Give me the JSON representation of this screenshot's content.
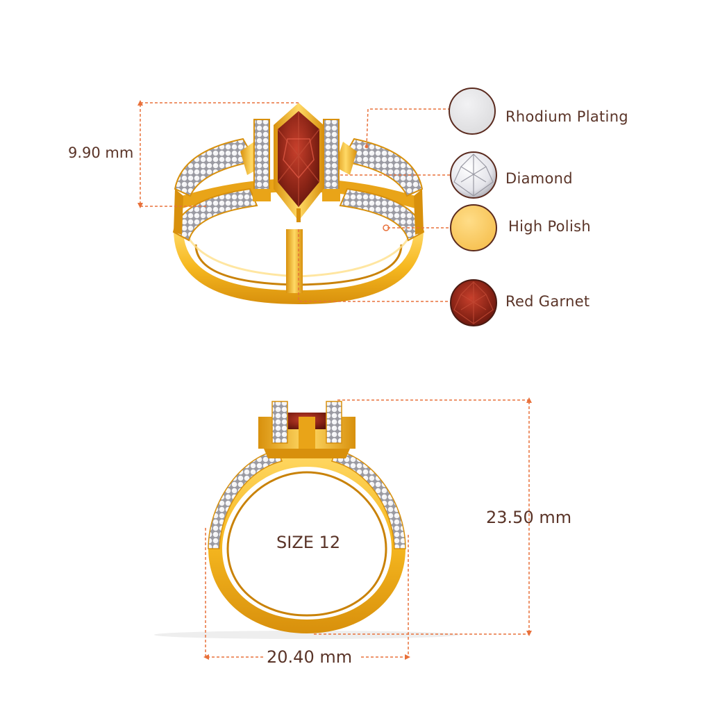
{
  "dimensions": {
    "top_height": "9.90 mm",
    "ring_height": "23.50 mm",
    "ring_width": "20.40 mm"
  },
  "ring_size": "SIZE 12",
  "legend": [
    {
      "label": "Rhodium Plating",
      "icon": "rhodium-plating-swatch-icon",
      "color": "#e6e6e8"
    },
    {
      "label": "Diamond",
      "icon": "diamond-swatch-icon",
      "color": "#f2f2f4"
    },
    {
      "label": "High Polish",
      "icon": "high-polish-swatch-icon",
      "color": "#f8c85a"
    },
    {
      "label": "Red Garnet",
      "icon": "red-garnet-swatch-icon",
      "color": "#7a1c14"
    }
  ],
  "colors": {
    "gold": "#f6b820",
    "gold_dark": "#d8900c",
    "garnet": "#8a2416",
    "dimension_line": "#e8703a",
    "text": "#5a3428"
  }
}
